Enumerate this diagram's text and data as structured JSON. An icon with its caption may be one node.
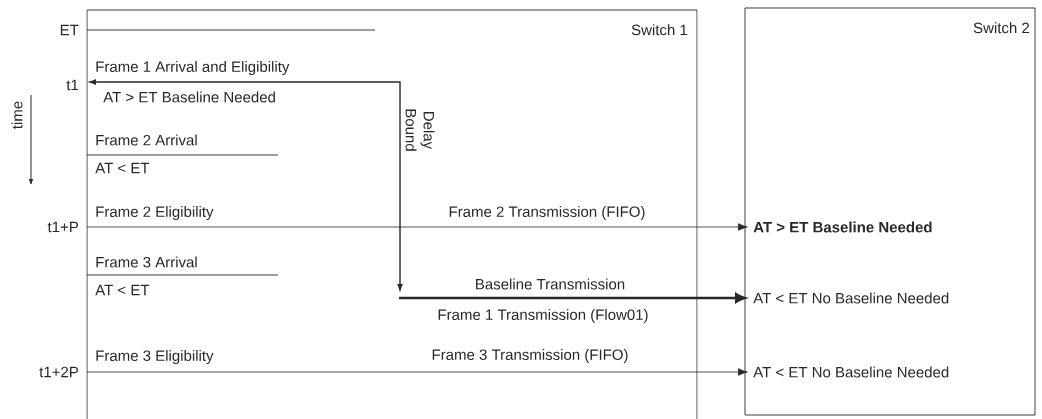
{
  "diagram": {
    "nodes": [
      {
        "text": [
          "Switch 1"
        ]
      },
      {
        "text": [
          "Switch 2"
        ]
      },
      {
        "text": [
          "AT > ET Baseline Needed"
        ],
        "in": 1
      },
      {
        "text": [
          "AT < ET No Baseline Needed"
        ],
        "in": 1
      },
      {
        "text": [
          "AT < ET No Baseline Needed"
        ],
        "in": 1
      }
    ],
    "edges": [
      {
        "from": 0,
        "to": 2,
        "arrow": "to",
        "label": "Frame 2 Transmission (FIFO)"
      },
      {
        "from": 0,
        "to": 3,
        "arrow": "to",
        "label": "Baseline Transmission",
        "style": "thick"
      },
      {
        "from": 0,
        "to": 4,
        "arrow": "to",
        "label": "Frame 3 Transmission (FIFO)"
      }
    ],
    "labels": [
      "ET",
      "t1",
      "Frame 1 Arrival and Eligibility",
      "AT > ET  Baseline Needed",
      "time",
      "Frame 2 Arrival",
      "AT < ET",
      "Delay Bound",
      "t1+P",
      "Frame 2 Eligibility",
      "Frame 3 Arrival",
      "AT < ET",
      "Frame 1 Transmission (Flow01)",
      "t1+2P",
      "Frame 3 Eligibility"
    ]
  }
}
